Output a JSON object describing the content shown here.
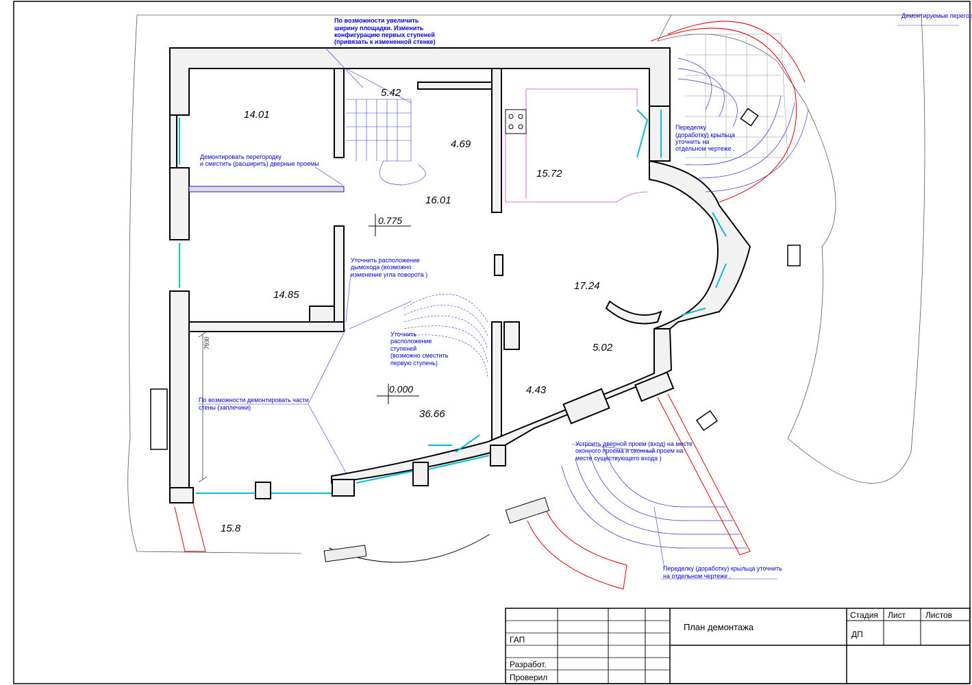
{
  "drawing": {
    "title": "План демонтажа",
    "legend": "Демонтируемые перегородки и стены",
    "rooms": [
      {
        "id": "r1",
        "area": "14.01"
      },
      {
        "id": "r2",
        "area": "5.42"
      },
      {
        "id": "r3",
        "area": "4.69"
      },
      {
        "id": "r4",
        "area": "15.72"
      },
      {
        "id": "r5",
        "area": "16.01"
      },
      {
        "id": "r6",
        "area": "14.85"
      },
      {
        "id": "r7",
        "area": "17.24"
      },
      {
        "id": "r8",
        "area": "5.02"
      },
      {
        "id": "r9",
        "area": "4.43"
      },
      {
        "id": "r10",
        "area": "36.66"
      },
      {
        "id": "r11",
        "area": "15.8"
      }
    ],
    "elevations": [
      "0.775",
      "0.000"
    ],
    "dimension": "7930",
    "notes": {
      "stair": [
        "По возможности увеличить",
        "ширину площадки. Изменить",
        "конфигурацию первых ступеней",
        "(привязать к измененной стенке)"
      ],
      "partition": [
        "Демонтировать перегородку",
        "и сместить (расширить) дверные проемы"
      ],
      "porch_top": [
        "Переделку",
        "(доработку) крыльца",
        "уточнить на",
        "отдельном чертеже ."
      ],
      "chimney": [
        "Уточнить расположение",
        "дымохода (возможно",
        "изменение угла поворота )"
      ],
      "steps": [
        "Уточнить",
        "расположение",
        "ступеней",
        "(возможно сместить",
        "первую ступень)"
      ],
      "wall_parts": [
        "По возможности демонтировать части",
        "стены (заплечики)"
      ],
      "door": [
        "Устроить дверной проем  (вход) на месте",
        "оконного проема и оконный проем на",
        "месте существующего входа )"
      ],
      "porch_bottom": [
        "Переделку (доработку) крыльца уточнить",
        "на отдельном чертеже ."
      ]
    }
  },
  "title_block": {
    "headers": [
      "Стадия",
      "Лист",
      "Листов"
    ],
    "stage": "ДП",
    "rows": [
      "ГАП",
      "Разработ.",
      "Проверил"
    ],
    "title": "План демонтажа"
  }
}
